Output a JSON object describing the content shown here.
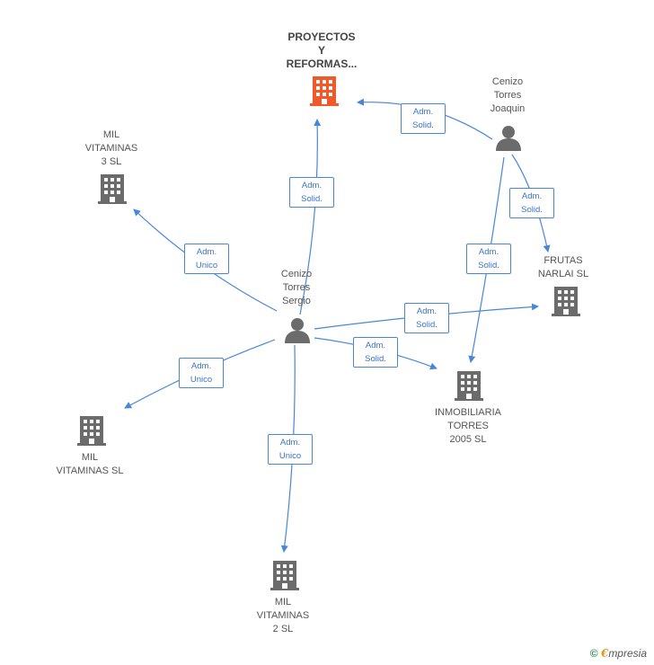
{
  "colors": {
    "edge": "#4a86d8",
    "building": "#6b6b6b",
    "focus_building": "#f05a2a",
    "person": "#6b6b6b"
  },
  "nodes": {
    "proyectos": {
      "label": "PROYECTOS\nY\nREFORMAS...",
      "icon": "building-icon"
    },
    "cenizo_joaquin": {
      "label": "Cenizo\nTorres\nJoaquin",
      "icon": "person-icon"
    },
    "mil_vitaminas_3": {
      "label": "MIL\nVITAMINAS\n3 SL",
      "icon": "building-icon"
    },
    "cenizo_sergio": {
      "label": "Cenizo\nTorres\nSergio",
      "icon": "person-icon"
    },
    "frutas_narlai": {
      "label": "FRUTAS\nNARLAI SL",
      "icon": "building-icon"
    },
    "inmobiliaria": {
      "label": "INMOBILIARIA\nTORRES\n2005 SL",
      "icon": "building-icon"
    },
    "mil_vitaminas": {
      "label": "MIL\nVITAMINAS SL",
      "icon": "building-icon"
    },
    "mil_vitaminas_2": {
      "label": "MIL\nVITAMINAS\n2 SL",
      "icon": "building-icon"
    }
  },
  "edges": [
    {
      "label": "Adm.\nSolid."
    },
    {
      "label": "Adm.\nSolid."
    },
    {
      "label": "Adm.\nSolid."
    },
    {
      "label": "Adm.\nSolid."
    },
    {
      "label": "Adm.\nUnico"
    },
    {
      "label": "Adm.\nSolid."
    },
    {
      "label": "Adm.\nSolid."
    },
    {
      "label": "Adm.\nUnico"
    },
    {
      "label": "Adm.\nUnico"
    }
  ],
  "footer": {
    "copyright": "©",
    "brand_initial": "€",
    "brand_rest": "mpresia"
  }
}
